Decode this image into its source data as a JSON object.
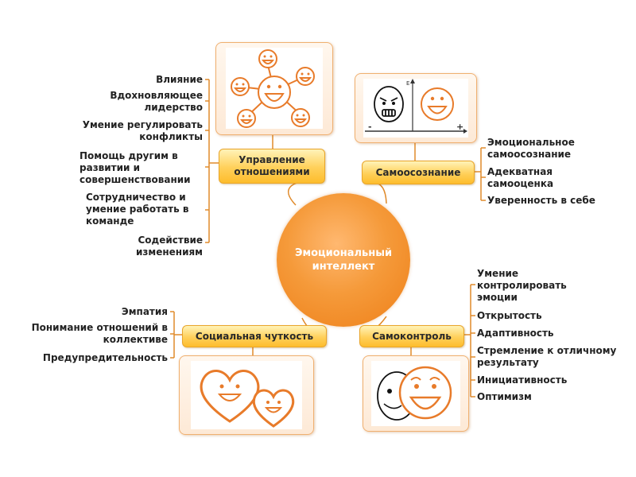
{
  "center": {
    "label": "Эмоциональный интеллект"
  },
  "branches": {
    "relationships": {
      "label": "Управление отношениями",
      "items": [
        "Влияние",
        "Вдохновляющее лидерство",
        "Умение регулировать конфликты",
        "Помощь другим в развитии и совершенствовании",
        "Сотрудничество и умение работать в команде",
        "Содействие изменениям"
      ]
    },
    "self_awareness": {
      "label": "Самоосознание",
      "items": [
        "Эмоциональное самоосознание",
        "Адекватная самооценка",
        "Уверенность в себе"
      ]
    },
    "social": {
      "label": "Социальная чуткость",
      "items": [
        "Эмпатия",
        "Понимание отношений в коллективе",
        "Предупредительность"
      ]
    },
    "self_control": {
      "label": "Самоконтроль",
      "items": [
        "Умение контролировать эмоции",
        "Открытость",
        "Адаптивность",
        "Стремление к отличному результату",
        "Инициативность",
        "Оптимизм"
      ]
    }
  },
  "graph_picture": {
    "y_axis": "E",
    "minus": "-",
    "plus": "+"
  },
  "colors": {
    "center": "#f08a22",
    "branch": "#ffd05a",
    "line": "#e08a2a",
    "face": "#e87b2a"
  },
  "icons": [
    "smiley-network-icon",
    "angry-and-happy-face-icon",
    "smiling-hearts-icon",
    "happy-faces-icon"
  ]
}
